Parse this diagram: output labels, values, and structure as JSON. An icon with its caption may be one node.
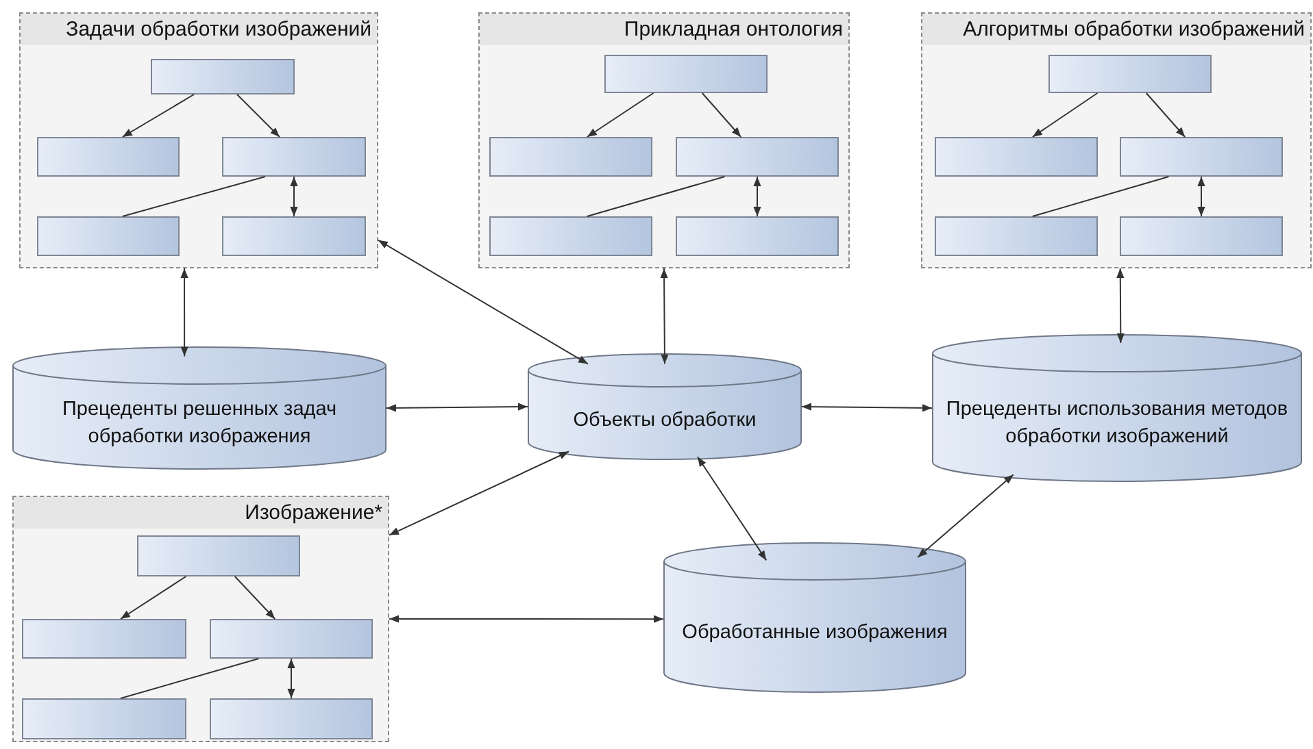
{
  "diagram": {
    "nodes": [
      {
        "text": [
          "Задачи обработки изображений"
        ]
      },
      {
        "text": [],
        "shape": "box",
        "in": 0
      },
      {
        "text": [],
        "shape": "box",
        "in": 0
      },
      {
        "text": [],
        "shape": "box",
        "in": 0
      },
      {
        "text": [],
        "shape": "box",
        "in": 0
      },
      {
        "text": [],
        "shape": "box",
        "in": 0
      },
      {
        "text": [
          "Прикладная онтология"
        ]
      },
      {
        "text": [],
        "shape": "box",
        "in": 6
      },
      {
        "text": [],
        "shape": "box",
        "in": 6
      },
      {
        "text": [],
        "shape": "box",
        "in": 6
      },
      {
        "text": [],
        "shape": "box",
        "in": 6
      },
      {
        "text": [],
        "shape": "box",
        "in": 6
      },
      {
        "text": [
          "Алгоритмы обработки изображений"
        ]
      },
      {
        "text": [],
        "shape": "box",
        "in": 12
      },
      {
        "text": [],
        "shape": "box",
        "in": 12
      },
      {
        "text": [],
        "shape": "box",
        "in": 12
      },
      {
        "text": [],
        "shape": "box",
        "in": 12
      },
      {
        "text": [],
        "shape": "box",
        "in": 12
      },
      {
        "text": [
          "Прецеденты решенных задач обработки изображения"
        ]
      },
      {
        "text": [
          "Объекты обработки"
        ]
      },
      {
        "text": [
          "Прецеденты использования методов обработки изображений"
        ]
      },
      {
        "text": [
          "Изображение*"
        ]
      },
      {
        "text": [],
        "shape": "box",
        "in": 21
      },
      {
        "text": [],
        "shape": "box",
        "in": 21
      },
      {
        "text": [],
        "shape": "box",
        "in": 21
      },
      {
        "text": [],
        "shape": "box",
        "in": 21
      },
      {
        "text": [],
        "shape": "box",
        "in": 21
      },
      {
        "text": [
          "Обработанные изображения"
        ]
      }
    ],
    "edges": [
      {
        "from": 1,
        "to": 2,
        "arrow": "to"
      },
      {
        "from": 1,
        "to": 3,
        "arrow": "to"
      },
      {
        "from": 3,
        "to": 4,
        "arrow": "none"
      },
      {
        "from": 3,
        "to": 5,
        "arrow": "both"
      },
      {
        "from": 7,
        "to": 8,
        "arrow": "to"
      },
      {
        "from": 7,
        "to": 9,
        "arrow": "to"
      },
      {
        "from": 9,
        "to": 10,
        "arrow": "none"
      },
      {
        "from": 9,
        "to": 11,
        "arrow": "both"
      },
      {
        "from": 13,
        "to": 14,
        "arrow": "to"
      },
      {
        "from": 13,
        "to": 15,
        "arrow": "to"
      },
      {
        "from": 15,
        "to": 16,
        "arrow": "none"
      },
      {
        "from": 15,
        "to": 17,
        "arrow": "both"
      },
      {
        "from": 22,
        "to": 23,
        "arrow": "to"
      },
      {
        "from": 22,
        "to": 24,
        "arrow": "to"
      },
      {
        "from": 24,
        "to": 25,
        "arrow": "none"
      },
      {
        "from": 24,
        "to": 26,
        "arrow": "both"
      },
      {
        "from": 0,
        "to": 18,
        "arrow": "both"
      },
      {
        "from": 19,
        "to": 0,
        "arrow": "both"
      },
      {
        "from": 6,
        "to": 19,
        "arrow": "both"
      },
      {
        "from": 12,
        "to": 20,
        "arrow": "both"
      },
      {
        "from": 18,
        "to": 19,
        "arrow": "both"
      },
      {
        "from": 19,
        "to": 20,
        "arrow": "both"
      },
      {
        "from": 21,
        "to": 19,
        "arrow": "both"
      },
      {
        "from": 19,
        "to": 27,
        "arrow": "both"
      },
      {
        "from": 20,
        "to": 27,
        "arrow": "both"
      },
      {
        "from": 21,
        "to": 27,
        "arrow": "both"
      }
    ]
  }
}
